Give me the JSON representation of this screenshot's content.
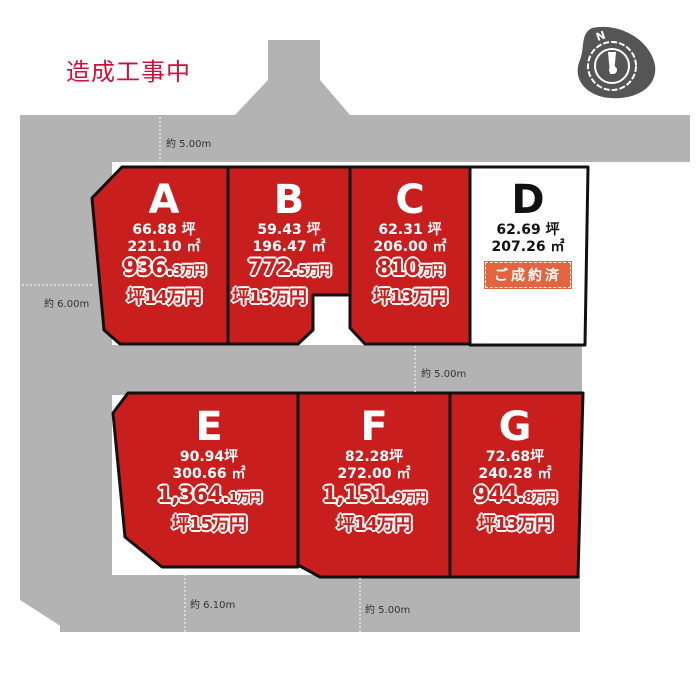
{
  "title": "造成工事中",
  "colors": {
    "lot": "#c81e1e",
    "road": "#b3b3b3",
    "title": "#d0103a"
  },
  "dimensions": {
    "top": "約 5.00m",
    "left": "約 6.00m",
    "middle": "約 5.00m",
    "bottom_left": "約 6.10m",
    "bottom_right": "約 5.00m"
  },
  "lots": [
    {
      "letter": "A",
      "tsubo": "66.88 坪",
      "sqm": "221.10 ㎡",
      "price": "936.",
      "price_small": "3万円",
      "unit": "坪14万円"
    },
    {
      "letter": "B",
      "tsubo": "59.43 坪",
      "sqm": "196.47 ㎡",
      "price": "772.",
      "price_small": "5万円",
      "unit": "坪13万円"
    },
    {
      "letter": "C",
      "tsubo": "62.31 坪",
      "sqm": "206.00 ㎡",
      "price": "810",
      "price_small": "万円",
      "unit": "坪13万円"
    },
    {
      "letter": "D",
      "tsubo": "62.69 坪",
      "sqm": "207.26 ㎡",
      "status": "ご成約済"
    },
    {
      "letter": "E",
      "tsubo": "90.94坪",
      "sqm": "300.66 ㎡",
      "price": "1,364.",
      "price_small": "1万円",
      "unit": "坪15万円"
    },
    {
      "letter": "F",
      "tsubo": "82.28坪",
      "sqm": "272.00 ㎡",
      "price": "1,151.",
      "price_small": "9万円",
      "unit": "坪14万円"
    },
    {
      "letter": "G",
      "tsubo": "72.68坪",
      "sqm": "240.28 ㎡",
      "price": "944.",
      "price_small": "8万円",
      "unit": "坪13万円"
    }
  ]
}
